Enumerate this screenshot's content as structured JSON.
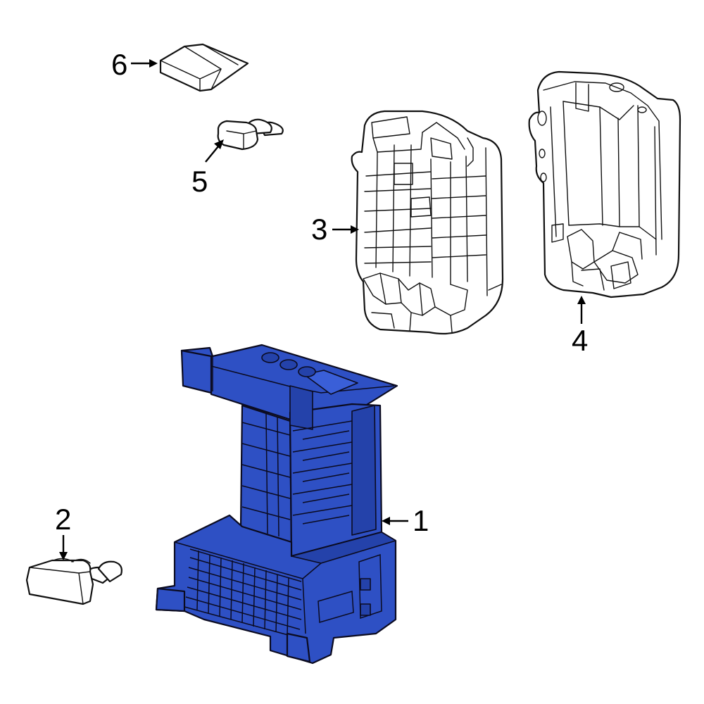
{
  "callouts": {
    "c1": "1",
    "c2": "2",
    "c3": "3",
    "c4": "4",
    "c5": "5",
    "c6": "6"
  },
  "colors": {
    "highlight_part": "#2e50c4",
    "outline": "#111111",
    "background": "#ffffff"
  }
}
